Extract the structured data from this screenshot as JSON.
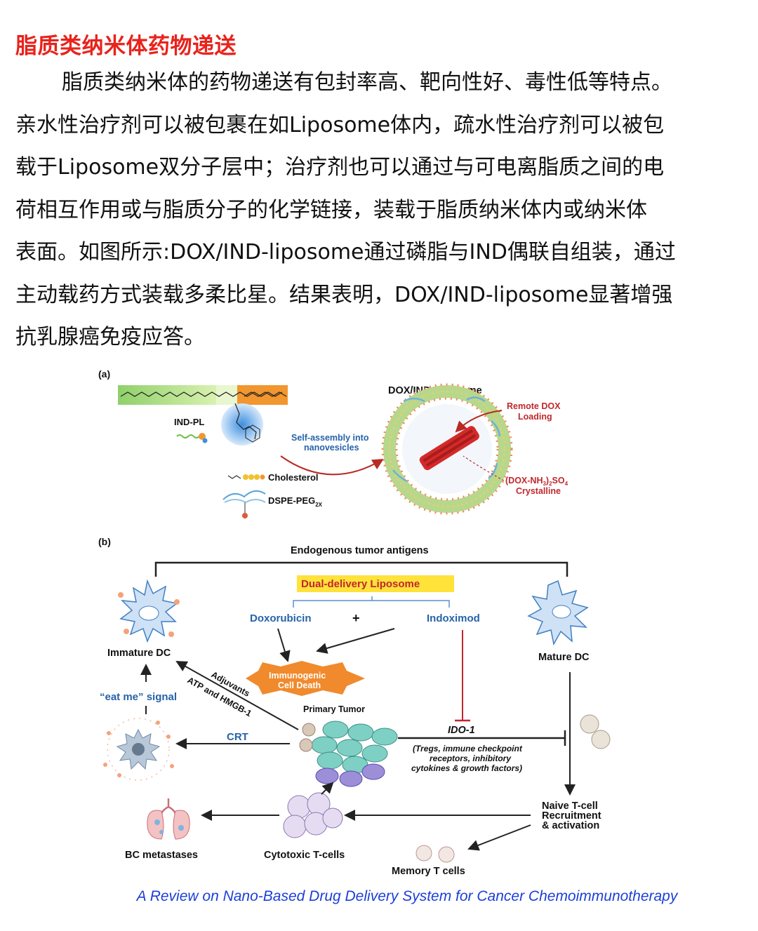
{
  "section": {
    "heading": "脂质类纳米体药物递送",
    "paragraph_lines": [
      "脂质类纳米体的药物递送有包封率高、靶向性好、毒性低等特点。",
      "亲水性治疗剂可以被包裹在如Liposome体内，疏水性治疗剂可以被包",
      "载于Liposome双分子层中；治疗剂也可以通过与可电离脂质之间的电",
      "荷相互作用或与脂质分子的化学链接，装载于脂质纳米体内或纳米体",
      "表面。如图所示:DOX/IND-liposome通过磷脂与IND偶联自组装，通过",
      "主动载药方式装载多柔比星。结果表明，DOX/IND-liposome显著增强",
      "抗乳腺癌免疫应答。"
    ]
  },
  "figure_a": {
    "panel_label": "(a)",
    "ind_pl": "IND-PL",
    "self_assembly_line1": "Self-assembly into",
    "self_assembly_line2": "nanovesicles",
    "cholesterol": "Cholesterol",
    "dspe_peg": "DSPE-PEG",
    "dspe_peg_sub": "2X",
    "liposome_title": "DOX/IND-Liposome",
    "remote_line1": "Remote DOX",
    "remote_line2": "Loading",
    "crystal_pre": "(DOX-NH",
    "crystal_sub1": "3",
    "crystal_mid": ")",
    "crystal_sub2": "2",
    "crystal_so": "SO",
    "crystal_sub3": "4",
    "crystal_line2": "Crystalline"
  },
  "figure_b": {
    "panel_label": "(b)",
    "endogenous": "Endogenous tumor antigens",
    "dual_delivery": "Dual-delivery Liposome",
    "doxorubicin": "Doxorubicin",
    "plus": "+",
    "indoximod": "Indoximod",
    "immature_dc": "Immature DC",
    "mature_dc": "Mature DC",
    "icd_line1": "Immunogenic",
    "icd_line2": "Cell Death",
    "adjuvants": "Adjuvants",
    "atp_hmgb1": "ATP and HMGB-1",
    "eat_me": "“eat me” signal",
    "primary_tumor": "Primary Tumor",
    "crt": "CRT",
    "ido1": "IDO-1",
    "ido_note1": "(Tregs, immune checkpoint",
    "ido_note2": "receptors, inhibitory",
    "ido_note3": "cytokines & growth factors)",
    "naive1": "Naive T-cell",
    "naive2": "Recruitment",
    "naive3": "& activation",
    "bc_metastases": "BC metastases",
    "cytotoxic": "Cytotoxic T-cells",
    "memory": "Memory T cells"
  },
  "caption": "A Review on Nano-Based Drug Delivery System for Cancer Chemoimmunotherapy",
  "colors": {
    "heading": "#e8231c",
    "blue_label": "#2563a8",
    "red_label": "#c0272d",
    "caption": "#1c3fd8",
    "highlight": "#ffe23a",
    "icd_orange": "#f08a2c"
  }
}
